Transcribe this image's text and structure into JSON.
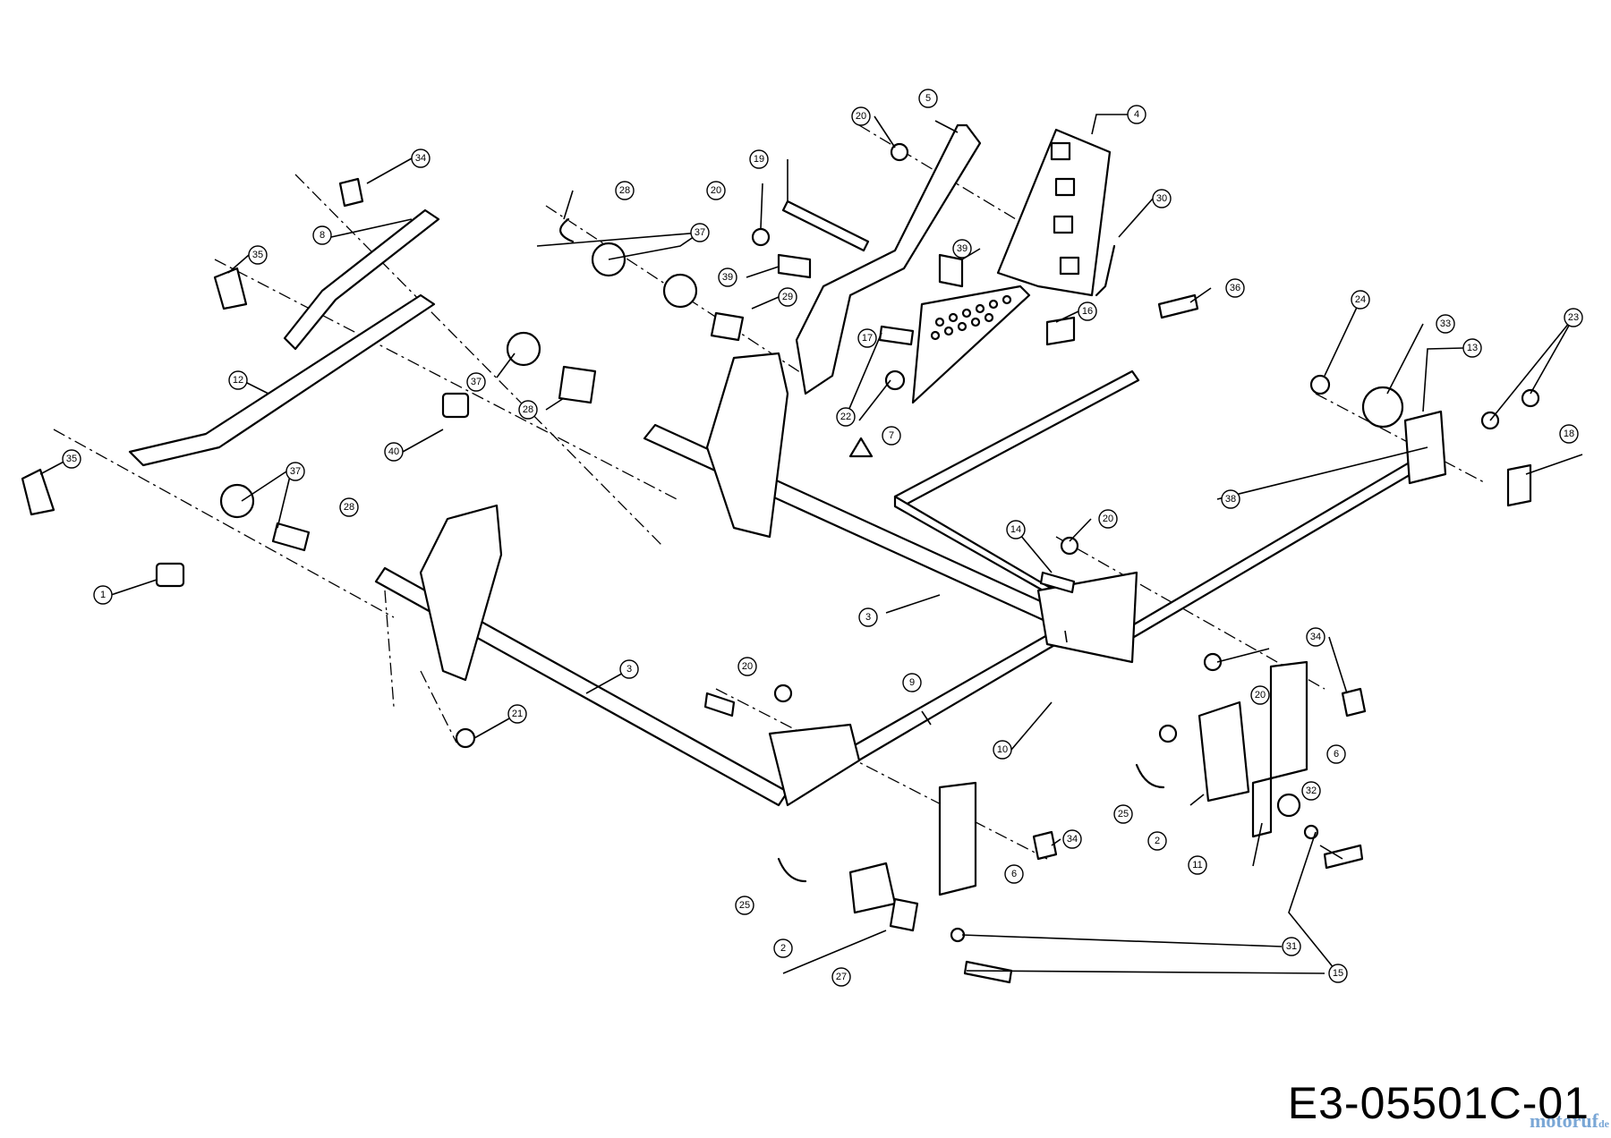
{
  "drawing_code": "E3-05501C-01",
  "watermark": "motoruf",
  "watermark_suffix": "de",
  "callouts": [
    "1",
    "2",
    "3",
    "4",
    "5",
    "6",
    "7",
    "8",
    "9",
    "10",
    "11",
    "12",
    "13",
    "14",
    "15",
    "16",
    "17",
    "18",
    "19",
    "20",
    "21",
    "22",
    "23",
    "24",
    "25",
    "27",
    "28",
    "29",
    "30",
    "31",
    "32",
    "33",
    "34",
    "35",
    "36",
    "37",
    "38",
    "39",
    "40"
  ]
}
